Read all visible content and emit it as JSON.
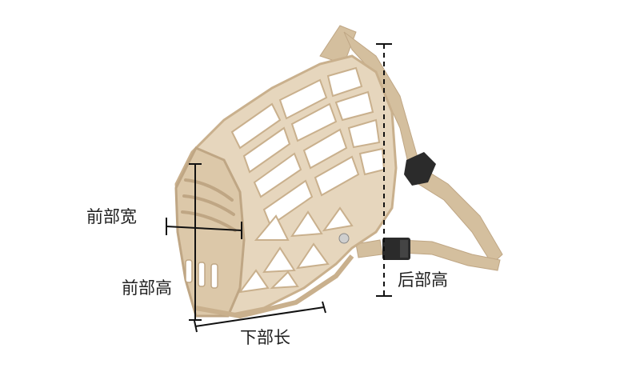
{
  "labels": {
    "front_width": "前部宽",
    "front_height": "前部高",
    "bottom_length": "下部长",
    "rear_height": "后部高"
  },
  "colors": {
    "muzzle": "#d9c6a8",
    "muzzle_shadow": "#bfa684",
    "strap": "#d4bf9e",
    "buckle": "#2b2b2b",
    "dimension_line": "#111111"
  },
  "icons": [
    "dog-muzzle-image",
    "buckle-icon"
  ]
}
